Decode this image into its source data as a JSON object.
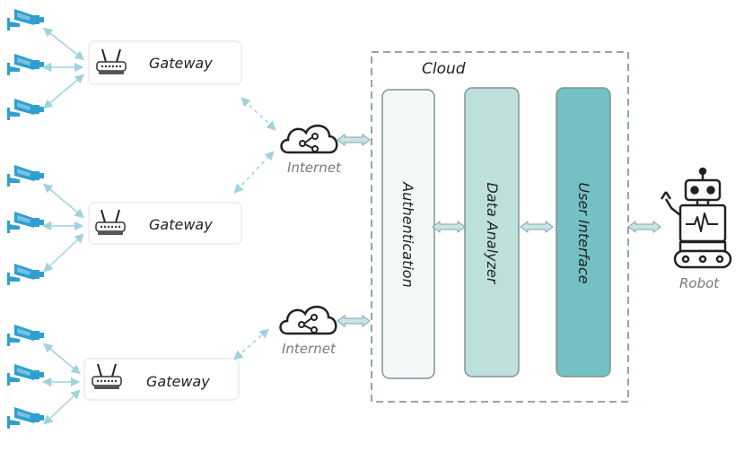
{
  "gateways": [
    {
      "label": "Gateway"
    },
    {
      "label": "Gateway"
    },
    {
      "label": "Gateway"
    }
  ],
  "internet": [
    {
      "label": "Internet"
    },
    {
      "label": "Internet"
    }
  ],
  "cloud": {
    "title": "Cloud",
    "modules": [
      {
        "label": "Authentication",
        "color": "#f2f8f7"
      },
      {
        "label": "Data Analyzer",
        "color": "#bde0df"
      },
      {
        "label": "User Interface",
        "color": "#74c1c4"
      }
    ]
  },
  "robot": {
    "label": "Robot"
  },
  "colors": {
    "camera": "#2f9fcf",
    "arrow": "#9fd3dd",
    "cloud_border": "#8a9a97",
    "module_border": "#7e9490",
    "gray_text": "#7a7a7a"
  }
}
